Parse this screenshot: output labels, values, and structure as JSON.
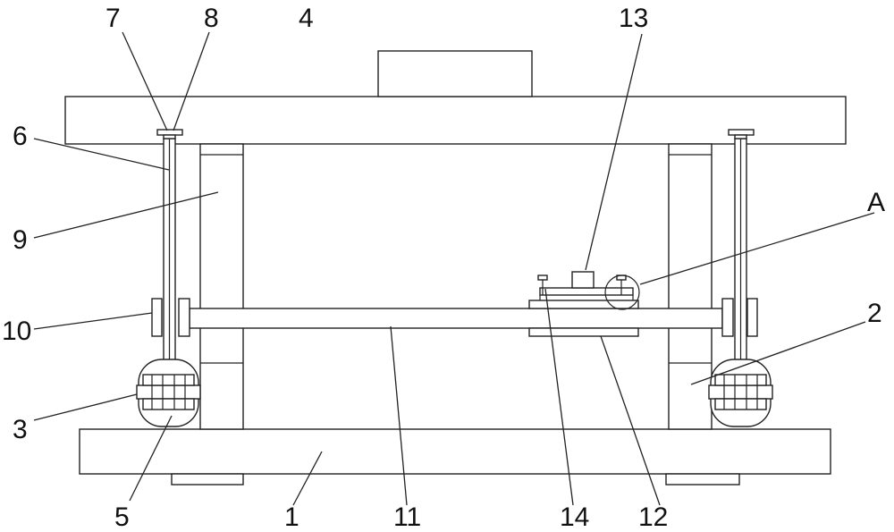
{
  "labels": {
    "l1": "1",
    "l2": "2",
    "l3": "3",
    "l4": "4",
    "l5": "5",
    "l6": "6",
    "l7": "7",
    "l8": "8",
    "l9": "9",
    "l10": "10",
    "l11": "11",
    "l12": "12",
    "l13": "13",
    "l14": "14",
    "lA": "A"
  },
  "colors": {
    "line": "#222222",
    "background": "#ffffff"
  }
}
